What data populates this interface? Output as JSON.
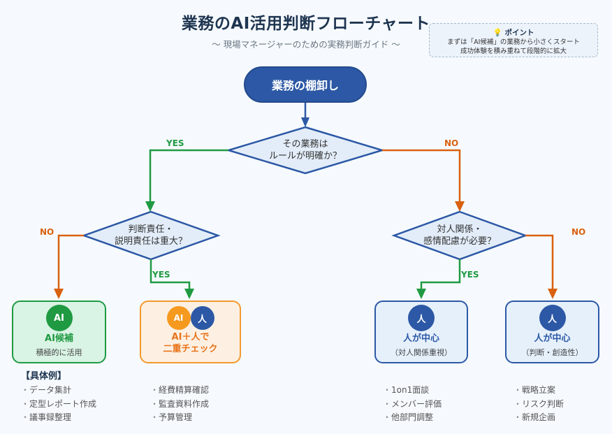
{
  "header": {
    "title": "業務のAI活用判断フローチャート",
    "subtitle": "〜 現場マネージャーのための実務判断ガイド 〜"
  },
  "point": {
    "icon": "lightbulb-icon",
    "icon_glyph": "💡",
    "heading": "ポイント",
    "lines": [
      "まずは「AI候補」の業務から小さくスタート",
      "成功体験を積み重ねて段階的に拡大"
    ]
  },
  "flow": {
    "start": "業務の棚卸し",
    "decision1": {
      "line1": "その業務は",
      "line2": "ルールが明確か？",
      "yes": "YES",
      "no": "NO"
    },
    "decision2": {
      "line1": "判断責任・",
      "line2": "説明責任は重大？",
      "yes": "YES",
      "no": "NO"
    },
    "decision3": {
      "line1": "対人関係・",
      "line2": "感情配慮が必要？",
      "yes": "YES",
      "no": "NO"
    }
  },
  "outcomes": {
    "ai": {
      "badge": "AI",
      "title": "AI候補",
      "sub": "積極的に活用"
    },
    "mix": {
      "badge_ai": "AI",
      "badge_human": "人",
      "title_line1": "AI＋人で",
      "title_line2": "二重チェック"
    },
    "human_relation": {
      "badge": "人",
      "title": "人が中心",
      "sub": "（対人関係重視）"
    },
    "human_judgment": {
      "badge": "人",
      "title": "人が中心",
      "sub": "（判断・創造性）"
    }
  },
  "examples": {
    "heading": "【具体例】",
    "ai": [
      "データ集計",
      "定型レポート作成",
      "議事録整理"
    ],
    "mix": [
      "経費精算確認",
      "監査資料作成",
      "予算管理"
    ],
    "human_relation": [
      "1on1面談",
      "メンバー評価",
      "他部門調整"
    ],
    "human_judgment": [
      "戦略立案",
      "リスク判断",
      "新規企画"
    ]
  },
  "colors": {
    "primary": "#2c58a5",
    "yes": "#1f9a42",
    "no": "#d9610f",
    "mix": "#f2992b",
    "title": "#1e3550"
  }
}
